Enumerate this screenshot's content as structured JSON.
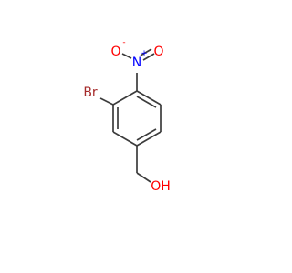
{
  "molecule": {
    "atoms": [
      {
        "id": "o_minus",
        "symbol": "O",
        "charge": "-",
        "color": "#ff0000"
      },
      {
        "id": "n_nitro",
        "symbol": "N",
        "charge": "+",
        "color": "#0000ff"
      },
      {
        "id": "o_double",
        "symbol": "O",
        "color": "#ff0000"
      },
      {
        "id": "br",
        "symbol": "Br",
        "color": "#a52a2a"
      },
      {
        "id": "oh",
        "symbol": "OH",
        "color": "#ff0000"
      }
    ],
    "bond_color": "#3c3c3c"
  }
}
